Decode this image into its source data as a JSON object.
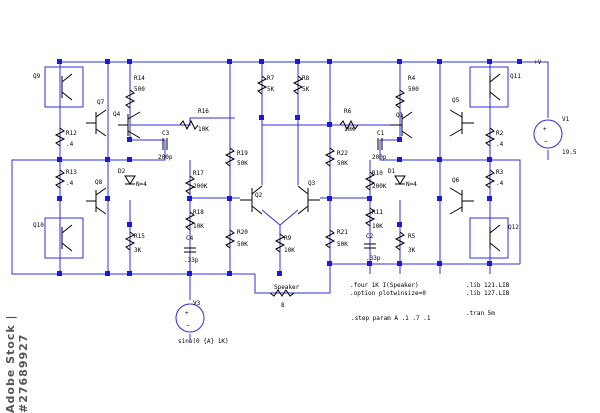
{
  "supply_label": "+V",
  "stock_id": "Adobe Stock | #27689927",
  "components": {
    "Q9": "Q9",
    "Q7": "Q7",
    "Q4": "Q4",
    "Q8": "Q8",
    "Q10": "Q10",
    "Q2": "Q2",
    "Q3": "Q3",
    "Q1": "Q1",
    "Q5": "Q5",
    "Q6": "Q6",
    "Q11": "Q11",
    "Q12": "Q12",
    "R14": "R14",
    "R14v": "500",
    "R16": "R16",
    "R16v": "10K",
    "R12": "R12",
    "R12v": ".4",
    "R13": "R13",
    "R13v": ".4",
    "R15": "R15",
    "R15v": "3K",
    "R17": "R17",
    "R17v": "200K",
    "R18": "R18",
    "R18v": "10K",
    "R19": "R19",
    "R19v": "50K",
    "R20": "R20",
    "R20v": "50K",
    "R7": "R7",
    "R7v": "5K",
    "R8": "R8",
    "R8v": "5K",
    "R9": "R9",
    "R9v": "10K",
    "R6": "R6",
    "R6v": "10K",
    "R22": "R22",
    "R22v": "50K",
    "R21": "R21",
    "R21v": "50K",
    "R10": "R10",
    "R10v": "200K",
    "R11": "R11",
    "R11v": "10K",
    "R4": "R4",
    "R4v": "500",
    "R5": "R5",
    "R5v": "3K",
    "R2": "R2",
    "R2v": ".4",
    "R3": "R3",
    "R3v": ".4",
    "C3": "C3",
    "C3v": "200p",
    "C1": "C1",
    "C1v": "200p",
    "C4": "C4",
    "C4v": ".33p",
    "C2": "C2",
    "C2v": ".33p",
    "D2": "D2",
    "D2v": "N=4",
    "D1": "D1",
    "D1v": "N=4",
    "V1": "V1",
    "V1v": "19.5",
    "V3": "V3",
    "V3v": "sine(0 {A} 1K)",
    "Speaker": "Speaker",
    "Speakerv": "8"
  },
  "directives": {
    "four": ".four 1K I(Speaker)",
    "option": ".option plotwinsize=0",
    "step": ".step param A .1 .7 .1",
    "lib1": ".lib    121.LIB",
    "lib2": ".lib    127.LIB",
    "tran": ".tran 5m"
  }
}
